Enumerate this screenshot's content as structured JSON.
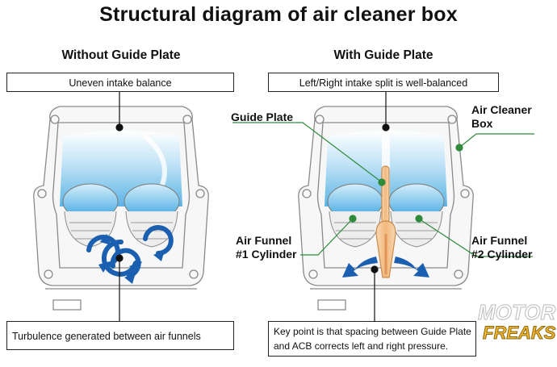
{
  "title": "Structural diagram of air cleaner box",
  "left_panel": {
    "heading": "Without Guide Plate",
    "top_note": "Uneven intake balance",
    "bottom_note": "Turbulence generated between air funnels"
  },
  "right_panel": {
    "heading": "With Guide Plate",
    "top_note": "Left/Right intake  split is well-balanced",
    "bottom_note_line1": "Key point is that spacing between Guide Plate",
    "bottom_note_line2": "and ACB corrects left and right pressure.",
    "labels": {
      "guide_plate": "Guide Plate",
      "air_cleaner_box_line1": "Air Cleaner",
      "air_cleaner_box_line2": "Box",
      "funnel_1_line1": "Air Funnel",
      "funnel_1_line2": "#1 Cylinder",
      "funnel_2_line1": "Air Funnel",
      "funnel_2_line2": "#2 Cylinder"
    }
  },
  "watermark": {
    "line1": "MOTOR",
    "line2": "FREAKS"
  },
  "colors": {
    "flow_blue": "#1a5fb0",
    "callout_green": "#2e8b3a",
    "guide_plate": "#f3c08a"
  }
}
